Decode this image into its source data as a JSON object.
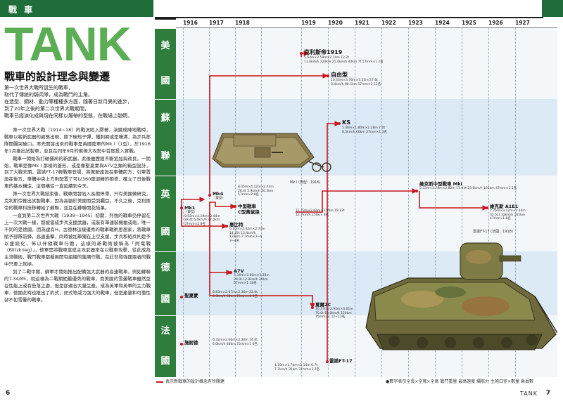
{
  "header": {
    "section": "戰 車",
    "big_title": "TANK",
    "subtitle": "戰車的設計理念與變遷"
  },
  "lede": [
    "第一次世界大戰所誕生的戰車，",
    "取代了傳統的騎兵隊，成為戰鬥的主角。",
    "在造型、鋼材、動力等種種多方面，隨著日新月異的進步，",
    "到了20年之後的第二次世界大戰期間，",
    "戰車已經演化成與現在同樣以履帶的型態，在戰場上馳騁。"
  ],
  "body": [
    "第一次世界大戰（1914~18）的戰況陷入膠著，演變成陣地戰時，戰車以嶄新武器的姿態出現，擔下破殼子彈，鐵刺網或是壕溝，為步兵部隊開闢突破口。率先開發出來的戰車是英國陸軍的Mk I（1型），於1916年1月推出試製車，並且在同年9月的索姆大攻勢中首度投入實戰。",
    "戰車一開始為打破僵局的新武器，此後雖歷經不斷追加與改良，一開始，戰車是像Mk I 那樣的菱形，或是像聖夏蒙與A7V之類的箱型設計，到了大戰末期，雷諾FT-17輕戰車登場，將駕駛座設在車體前方，引擎置設在後方，車體中央上方則配置了可以360度迴轉的砲塔，確立了日後戰車的基本構造，這個構造一直延續到今天。",
    "第一次世界大戰結束後，戰車開發陷入長期停滯，只有美國做研究，克利斯帝推出試製戰車，因為高額於美國而受到矚目。不久之後，克利斯帝的戰車科技移轉給了蘇聯，並且在蘇聯開花結果。",
    "一直到第二次世界大戰（1939~1945）初期，列強的戰車仍停留在上一次大戰一樣，都被當成步兵支援武器，或裝有單連裝機槍或砲，唯一不同的是德國，因為建有H．古德林這樣優秀的戰車戰術思想家，將戰車賦予部隊前鋒，高速進擊，同時被加單獨在上空支援，步兵和砲兵則是予以援統化，佈以伴隨戰車行動，這樣的新戰術被稱為「閃電戰（Blitzkrieg）」，德軍是將戰車當成主攻武器來在以戰車攻擊，從此成為主流戰術，戰鬥戰車都擬展開有組織的集團作戰，在此非和強國兩者的戰中只要上就掉。",
    "到了二戰中期，蘇軍才開始推出配備強大武器的高速戰車，例如蘇聯的T-34/85，就這樣為二戰期間最優秀的戰車，而美國的雪曼戰車雖然並在性能上或有些落之處，但是卻適合大量生產，成為英軍和英軍的主力戰車，德國此時也推出了豹式，虎式等威力強大的戰車，但是產量和可靠性卻不如雪曼的戰車。"
  ],
  "countries": [
    {
      "name_chars": [
        "美",
        "國"
      ]
    },
    {
      "name_chars": [
        "蘇",
        "聯"
      ]
    },
    {
      "name_chars": [
        "英",
        "國"
      ]
    },
    {
      "name_chars": [
        "德",
        "國"
      ]
    },
    {
      "name_chars": [
        "法",
        "國"
      ]
    }
  ],
  "years": [
    "1916",
    "1917",
    "1918",
    "1919",
    "1920",
    "1921",
    "1922",
    "1923",
    "1924",
    "1925",
    "1926",
    "1927"
  ],
  "tanks": {
    "christie": {
      "name": "克利斯帝1919",
      "specs": [
        "5.64m×2.59m×2.74m  12.2t",
        "11.0km/h  220km  21.0km/h  40km  7t  57mm×1  2名"
      ]
    },
    "ziyou": {
      "name": "自由型",
      "specs": [
        "10.43m×3.76m×3.12m  27.6t",
        "8.4km/h  88.5km  57mm×2  11名"
      ]
    },
    "ks": {
      "name": "KS",
      "specs": [
        "5.00m×1.80m×2.28m  7.0t",
        "8.5km/h  60km  37mm×1  3名"
      ]
    },
    "mk1": {
      "name": "Mk1",
      "tag": "（菱型）",
      "specs": [
        "9.92m×4.19m×2.44m",
        "28.4t  6.0km/h  37.0km",
        "57mm×2  8名"
      ]
    },
    "mk1_label": {
      "text": "Mk I (菱型：1916)"
    },
    "mk4": {
      "name": "Mk4",
      "tag": "（菱型）",
      "specs": [
        "8.05m×4.12m×2.44m",
        "28.4t  5.9km/h  56.3km",
        "57mm×2  8名"
      ]
    },
    "medium_c": {
      "name": "中型戰車",
      "name2": "C型黃鼠狼",
      "specs": [
        "11.73m×2.64m×2.90m  19.22t",
        "12.7km/h  256km  8名"
      ]
    },
    "whippet": {
      "name": "惠比特",
      "specs": [
        "6.10m×2.62m×2.74m",
        "14.22t  13.4km/h",
        "128km  7.7mm×3~4",
        "3~4名"
      ]
    },
    "mk2": {
      "name": "維克斯中型戰車 MkI",
      "specs": [
        "5.33m×2.78m×2.82m  11.91t  23.6km/h  193km  47mm×1  5名"
      ]
    },
    "a1e1": {
      "name": "維克斯 A1E1",
      "specs": [
        "7.76m×3.12m×2.44m",
        "32.51t  32km/h  161km",
        "47mm×1  8名"
      ]
    },
    "a7v": {
      "name": "A7V",
      "specs": [
        "7.34m×3.06m×3.30m",
        "29.9t  12.9km/h  30km",
        "57mm×1  18名"
      ]
    },
    "schneider": {
      "name": "聖夏蒙",
      "specs": [
        "8.83m×2.67m×2.36m  22.0t",
        "8.0km/h  60km  75mm×1  9名"
      ]
    },
    "st_chamond": {
      "name": "施耐德",
      "specs": [
        "6.32m×2.06m×2.30m  14.6t",
        "6.0km/h  48km  75mm×1  6名"
      ]
    },
    "char2c": {
      "name": "夏爾2C",
      "specs": [
        "10.27m×2.95m×4.01m",
        "70.0t  12.0km/h  150km",
        "75mm×1  12~13名"
      ]
    },
    "ft17": {
      "name": "雷諾FT-17",
      "specs": [
        "4.10m×1.74m×2.14m  6.7t",
        "7.7km/h  35km  37mm×1  2名"
      ]
    },
    "ft17_label": {
      "text": "雷諾FT-17 (法國：1918)"
    }
  },
  "footer": {
    "left_page": "6",
    "right_page": "7",
    "running_head": "TANK",
    "legend_red": "表示新戰車的設計概念有所關連",
    "legend_note": "●數字表示全長×全寬×全高  戰鬥重量  最高速度  續航力  主砲口徑×數量  乘員數"
  },
  "colors": {
    "green_dark": "#1f6e3a",
    "green_title": "#5cae55",
    "country_green": "#2e7d3d",
    "arrow_red": "#c8161d",
    "band_blue": "#dceaf6"
  }
}
